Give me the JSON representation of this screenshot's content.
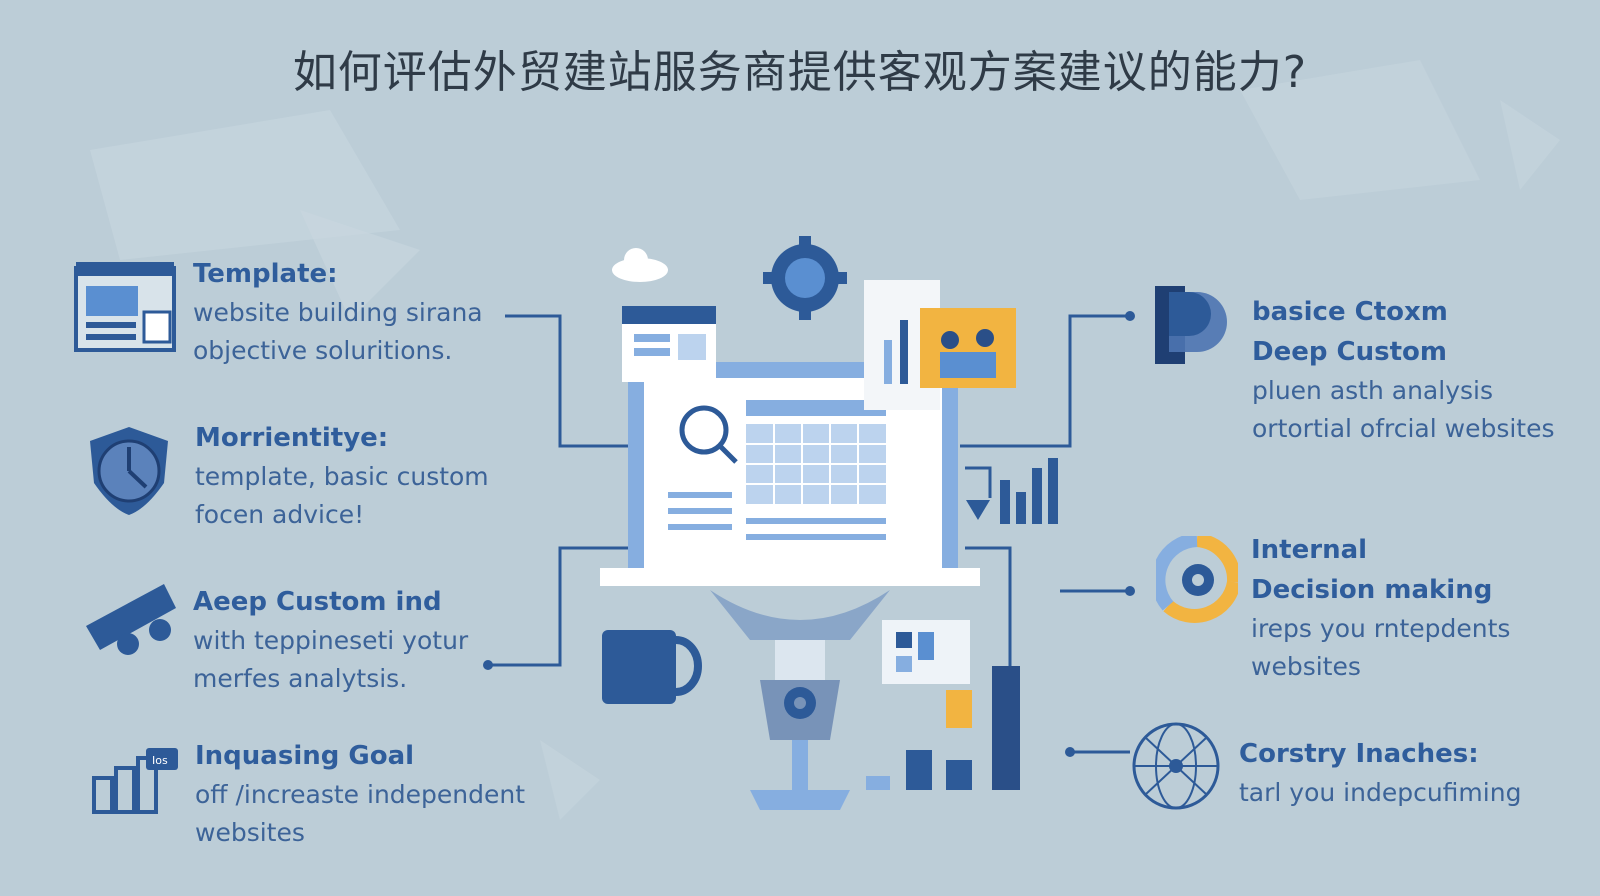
{
  "title": "如何评估外贸建站服务商提供客观方案建议的能力?",
  "colors": {
    "background": "#bccdd7",
    "primary": "#2f5d9c",
    "dark": "#2a4f88",
    "light": "#86aee0",
    "accent": "#f2b441"
  },
  "left": [
    {
      "icon": "template-layout-icon",
      "head": "Template:",
      "lines": [
        "website building sirana",
        "objective soluritions."
      ]
    },
    {
      "icon": "shield-clock-icon",
      "head": "Morrientitye:",
      "lines": [
        "template, basic custom",
        "focen advice!"
      ]
    },
    {
      "icon": "telescope-icon",
      "head": "Aeep Custom ind",
      "lines": [
        "with teppineseti yotur",
        "merfes analytsis."
      ]
    },
    {
      "icon": "chart-chat-icon",
      "icon_text": "Ios",
      "head": "Inquasing Goal",
      "lines": [
        "off /increaste independent",
        "websites"
      ]
    }
  ],
  "right": [
    {
      "icon": "p-logo-icon",
      "heads": [
        "basice Ctoxm",
        "Deep Custom"
      ],
      "lines": [
        "pluen asth analysis",
        "ortortial ofrcial websites"
      ]
    },
    {
      "icon": "donut-gear-icon",
      "heads": [
        "Internal",
        "Decision making"
      ],
      "lines": [
        "ireps you rntepdents",
        "websites"
      ]
    },
    {
      "icon": "globe-network-icon",
      "heads": [
        "Corstry Inaches:"
      ],
      "lines": [
        "tarl you indepcufiming"
      ]
    }
  ]
}
